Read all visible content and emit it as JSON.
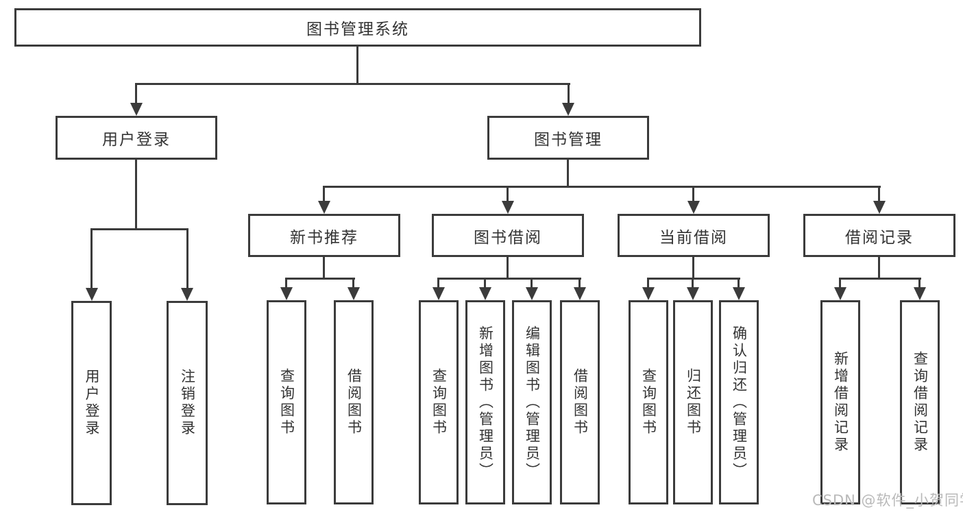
{
  "watermark": "CSDN @软件_小贺同学",
  "colors": {
    "line": "#3b3b3b",
    "text": "#333333",
    "watermark": "#b9b9b9",
    "background": "#ffffff"
  },
  "nodes": {
    "root": {
      "label": "图书管理系统"
    },
    "user_login": {
      "label": "用户登录",
      "children": [
        {
          "label": "用户登录"
        },
        {
          "label": "注销登录"
        }
      ]
    },
    "book_management": {
      "label": "图书管理"
    },
    "new_book_recommend": {
      "label": "新书推荐",
      "children": [
        {
          "label": "查询图书"
        },
        {
          "label": "借阅图书"
        }
      ]
    },
    "book_borrow": {
      "label": "图书借阅",
      "children": [
        {
          "label": "查询图书"
        },
        {
          "label": "新增图书（管理员）"
        },
        {
          "label": "编辑图书（管理员）"
        },
        {
          "label": "借阅图书"
        }
      ]
    },
    "current_borrow": {
      "label": "当前借阅",
      "children": [
        {
          "label": "查询图书"
        },
        {
          "label": "归还图书"
        },
        {
          "label": "确认归还（管理员）"
        }
      ]
    },
    "borrow_records": {
      "label": "借阅记录",
      "children": [
        {
          "label": "新增借阅记录"
        },
        {
          "label": "查询借阅记录"
        }
      ]
    }
  }
}
